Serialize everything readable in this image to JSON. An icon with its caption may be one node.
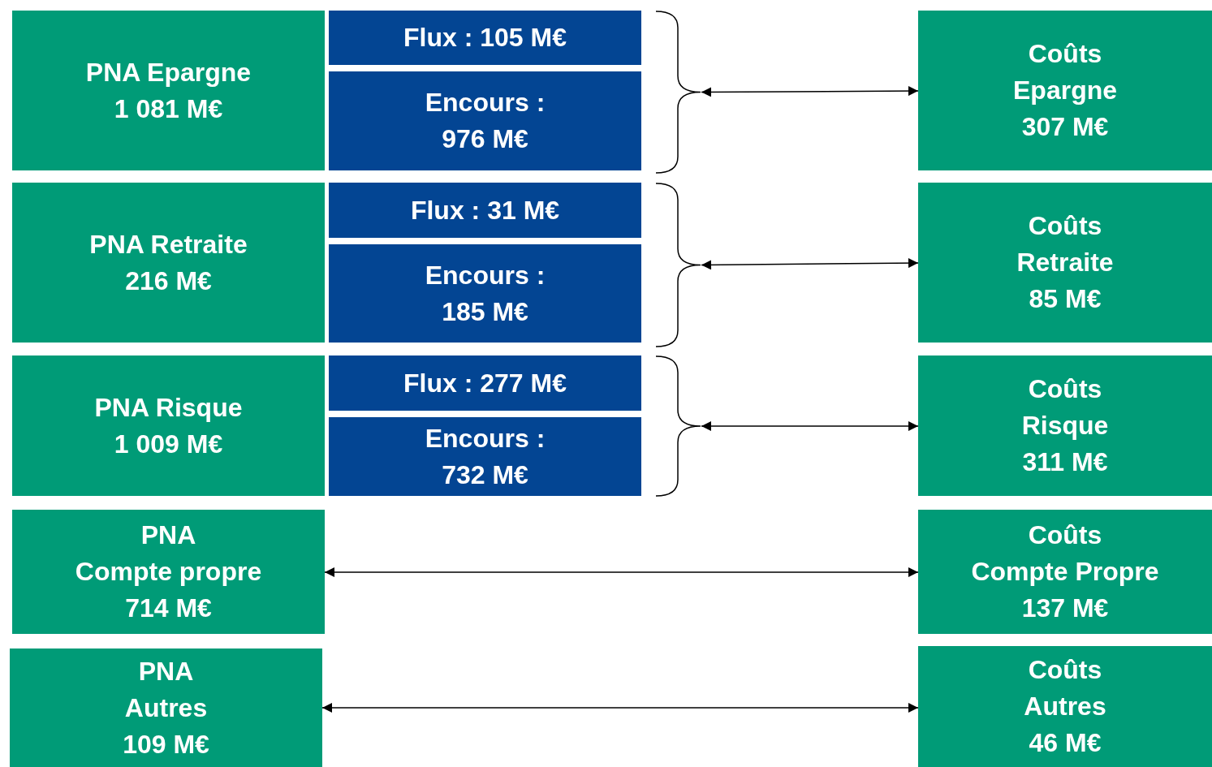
{
  "diagram": {
    "nodes": [
      {
        "text": [
          "PNA Epargne 1 081 M€"
        ]
      },
      {
        "text": [
          "Flux : 105 M€"
        ]
      },
      {
        "text": [
          "Encours : 976 M€"
        ]
      },
      {
        "text": [
          "Coûts Epargne 307 M€"
        ]
      },
      {
        "text": [
          "PNA Retraite 216 M€"
        ]
      },
      {
        "text": [
          "Flux : 31 M€"
        ]
      },
      {
        "text": [
          "Encours : 185 M€"
        ]
      },
      {
        "text": [
          "Coûts Retraite 85 M€"
        ]
      },
      {
        "text": [
          "PNA Risque 1 009 M€"
        ]
      },
      {
        "text": [
          "Flux : 277 M€"
        ]
      },
      {
        "text": [
          "Encours : 732 M€"
        ]
      },
      {
        "text": [
          "Coûts Risque 311 M€"
        ]
      },
      {
        "text": [
          "PNA Compte propre 714 M€"
        ]
      },
      {
        "text": [
          "Coûts Compte Propre 137 M€"
        ]
      },
      {
        "text": [
          "PNA Autres 109 M€"
        ]
      },
      {
        "text": [
          "Coûts Autres 46 M€"
        ]
      },
      {
        "text": [],
        "shape": "brace"
      },
      {
        "text": [],
        "shape": "brace"
      },
      {
        "text": [],
        "shape": "brace"
      }
    ],
    "edges": [
      {
        "from": 16,
        "to": 3,
        "arrow": "both"
      },
      {
        "from": 17,
        "to": 7,
        "arrow": "both"
      },
      {
        "from": 18,
        "to": 11,
        "arrow": "both"
      },
      {
        "from": 12,
        "to": 13,
        "arrow": "both"
      },
      {
        "from": 14,
        "to": 15,
        "arrow": "both"
      }
    ]
  }
}
